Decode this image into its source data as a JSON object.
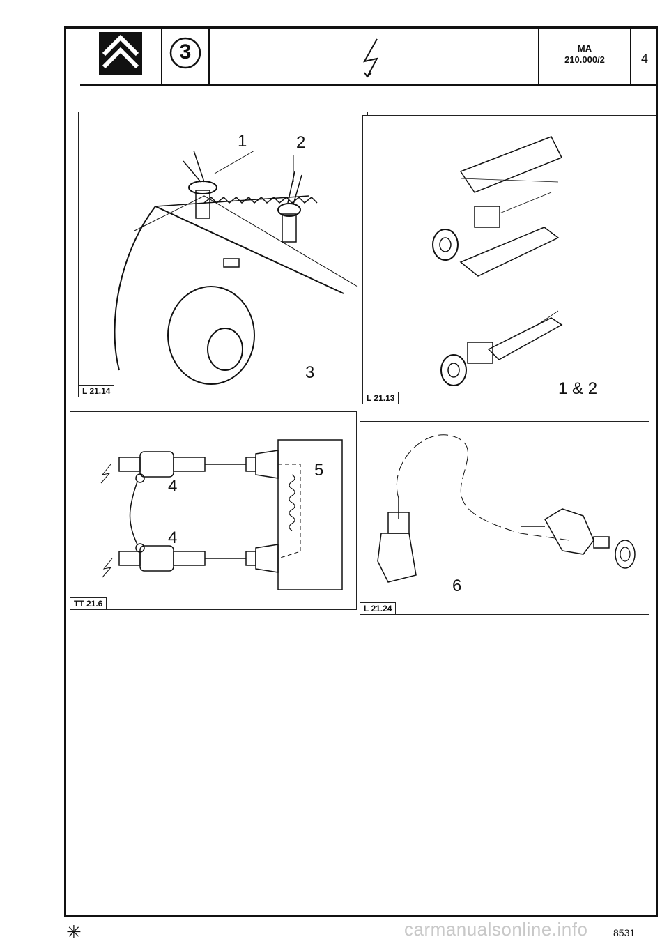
{
  "header": {
    "badge_number": "3",
    "code_line1": "MA",
    "code_line2": "210.000/2",
    "page_number": "4"
  },
  "panels": [
    {
      "label": "L 21.14",
      "callouts": [
        "1",
        "2",
        "3"
      ]
    },
    {
      "label": "L 21.13",
      "callouts": [
        "1 & 2"
      ]
    },
    {
      "label": "TT 21.6",
      "callouts": [
        "5",
        "4",
        "4"
      ]
    },
    {
      "label": "L 21.24",
      "callouts": [
        "6"
      ]
    }
  ],
  "footer": {
    "asterisk": "✳",
    "sheet_number": "8531",
    "watermark": "carmanualsonline.info"
  },
  "colors": {
    "ink": "#111111",
    "paper": "#ffffff"
  }
}
